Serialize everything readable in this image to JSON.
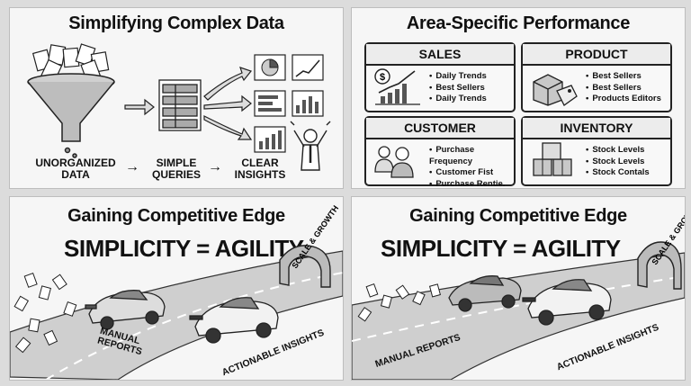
{
  "panel1": {
    "title": "Simplifying Complex Data",
    "steps": [
      {
        "line1": "UNORGANIZED",
        "line2": "DATA"
      },
      {
        "line1": "SIMPLE",
        "line2": "QUERIES"
      },
      {
        "line1": "CLEAR",
        "line2": "INSIGHTS"
      }
    ],
    "arrow": "→"
  },
  "panel2": {
    "title": "Area-Specific Performance",
    "boxes": [
      {
        "heading": "SALES",
        "items": [
          "Daily Trends",
          "Best Sellers",
          "Daily Trends"
        ],
        "icon": "chart-dollar-icon"
      },
      {
        "heading": "PRODUCT",
        "items": [
          "Best Sellers",
          "Best Sellers",
          "Products Editors"
        ],
        "icon": "boxes-tag-icon"
      },
      {
        "heading": "CUSTOMER",
        "items": [
          "Purchase Frequency",
          "Customer Fist",
          "Purchase Rentie."
        ],
        "icon": "people-icon"
      },
      {
        "heading": "INVENTORY",
        "items": [
          "Stock Levels",
          "Stock Levels",
          "Stock Contals"
        ],
        "icon": "stacked-boxes-icon"
      }
    ]
  },
  "panel3": {
    "title": "Gaining Competitive Edge",
    "slogan": "SIMPLICITY = AGILITY",
    "gate": "SCALE & GROWTH",
    "left_label_1": "MANUAL",
    "left_label_2": "REPORTS",
    "right_label": "ACTIONABLE INSIGHTS"
  },
  "panel4": {
    "title": "Gaining Competitive Edge",
    "slogan": "SIMPLICITY = AGILITY",
    "gate": "SCALE & GROWTH",
    "left_label": "MANUAL REPORTS",
    "right_label": "ACTIONABLE INSIGHTS"
  }
}
